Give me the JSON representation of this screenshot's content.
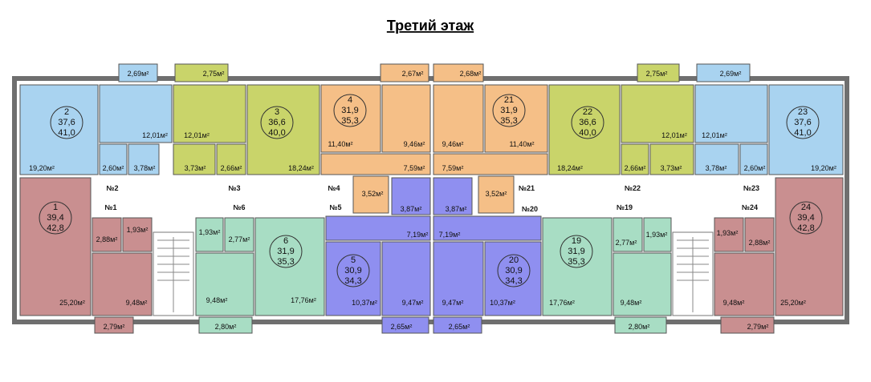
{
  "title": "Третий этаж",
  "colors": {
    "blue": "#a9d3f0",
    "olive": "#c9d46a",
    "orange": "#f5bf87",
    "rose": "#c98f90",
    "mint": "#a8ddc4",
    "purple": "#8f8ff0",
    "wall": "#6f6f6f"
  },
  "apartments": [
    {
      "id": "2",
      "a": "37,6",
      "b": "41,0"
    },
    {
      "id": "3",
      "a": "36,6",
      "b": "40,0"
    },
    {
      "id": "4",
      "a": "31,9",
      "b": "35,3"
    },
    {
      "id": "21",
      "a": "31,9",
      "b": "35,3"
    },
    {
      "id": "22",
      "a": "36,6",
      "b": "40,0"
    },
    {
      "id": "23",
      "a": "37,6",
      "b": "41,0"
    },
    {
      "id": "1",
      "a": "39,4",
      "b": "42,8"
    },
    {
      "id": "6",
      "a": "31,9",
      "b": "35,3"
    },
    {
      "id": "5",
      "a": "30,9",
      "b": "34,3"
    },
    {
      "id": "20",
      "a": "30,9",
      "b": "34,3"
    },
    {
      "id": "19",
      "a": "31,9",
      "b": "35,3"
    },
    {
      "id": "24",
      "a": "39,4",
      "b": "42,8"
    }
  ],
  "door_labels": [
    "№2",
    "№3",
    "№4",
    "№21",
    "№22",
    "№23",
    "№1",
    "№6",
    "№5",
    "№20",
    "№19",
    "№24"
  ],
  "area_labels": {
    "balc_2": "2,69м²",
    "balc_3": "2,75м²",
    "balc_4": "2,67м²",
    "balc_21": "2,68м²",
    "balc_22": "2,75м²",
    "balc_23": "2,69м²",
    "r2_room": "12,01м²",
    "r2_living": "19,20м²",
    "r2_hall": "2,60м²",
    "r2_bath": "3,78м²",
    "r3_room": "12,01м²",
    "r3_living": "18,24м²",
    "r3_bath": "3,73м²",
    "r3_hall": "2,66м²",
    "r4_room": "11,40м²",
    "r4_kitchen": "9,46м²",
    "r4_hall": "7,59м²",
    "r4_bath": "3,52м²",
    "r21_kitchen": "9,46м²",
    "r21_room": "11,40м²",
    "r21_hall": "7,59м²",
    "r21_bath": "3,52м²",
    "r22_living": "18,24м²",
    "r22_room": "12,01м²",
    "r22_hall": "2,66м²",
    "r22_bath": "3,73м²",
    "r23_room": "12,01м²",
    "r23_living": "19,20м²",
    "r23_bath": "3,78м²",
    "r23_hall": "2,60м²",
    "r1_living": "25,20м²",
    "r1_hall": "2,88м²",
    "r1_bath": "1,93м²",
    "r1_kitchen": "9,48м²",
    "balc_1": "2,79м²",
    "r6_bath": "1,93м²",
    "r6_hall": "2,77м²",
    "r6_kitchen": "9,48м²",
    "r6_living": "17,76м²",
    "balc_6": "2,80м²",
    "r5_bath": "3,87м²",
    "r5_hall": "7,19м²",
    "r5_living": "10,37м²",
    "r5_kitchen": "9,47м²",
    "balc_5": "2,65м²",
    "r20_bath": "3,87м²",
    "r20_hall": "7,19м²",
    "r20_kitchen": "9,47м²",
    "r20_living": "10,37м²",
    "balc_20": "2,65м²",
    "r19_hall": "2,77м²",
    "r19_bath": "1,93м²",
    "r19_living": "17,76м²",
    "r19_kitchen": "9,48м²",
    "balc_19": "2,80м²",
    "r24_bath": "1,93м²",
    "r24_hall": "2,88м²",
    "r24_kitchen": "9,48м²",
    "r24_living": "25,20м²",
    "balc_24": "2,79м²"
  }
}
